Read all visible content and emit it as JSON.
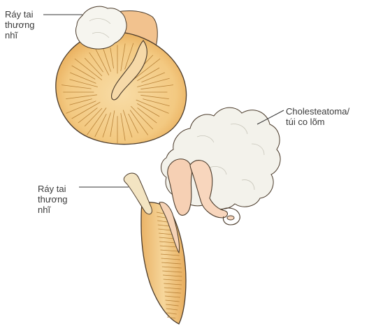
{
  "labels": {
    "attic_top": {
      "lines": [
        "Ráy tai",
        "thương",
        "nhĩ"
      ]
    },
    "cholesteatoma": {
      "lines": [
        "Cholesteatoma/",
        "túi co lõm"
      ]
    },
    "attic_bottom": {
      "lines": [
        "Ráy tai",
        "thương",
        "nhĩ"
      ]
    }
  },
  "colors": {
    "eardrum_fill": "#f3cc86",
    "eardrum_rim": "#e0a94f",
    "eardrum_lines": "#c08a3c",
    "outline": "#4a3a2a",
    "cholesteatoma_fill": "#f2f1ea",
    "ossicle_fill": "#f6cfb2",
    "leader_line": "#333333"
  }
}
